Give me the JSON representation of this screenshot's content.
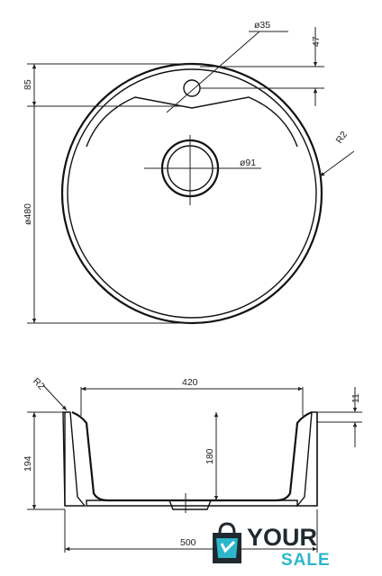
{
  "top_view": {
    "dim_hole_diameter": "ø35",
    "dim_hole_offset": "47",
    "dim_top_to_hole": "85",
    "dim_drain_diameter": "ø91",
    "dim_outer_diameter": "ø480",
    "dim_edge_radius": "R2"
  },
  "section_view": {
    "dim_edge_radius": "R2",
    "dim_inner_width": "420",
    "dim_rim_height": "11",
    "dim_total_height": "194",
    "dim_bowl_depth": "180",
    "dim_outer_width": "500"
  },
  "logo": {
    "word_top": "YOUR",
    "word_bottom": "SALE",
    "colors": {
      "dark": "#1f2a30",
      "accent": "#2bb6cc"
    }
  }
}
